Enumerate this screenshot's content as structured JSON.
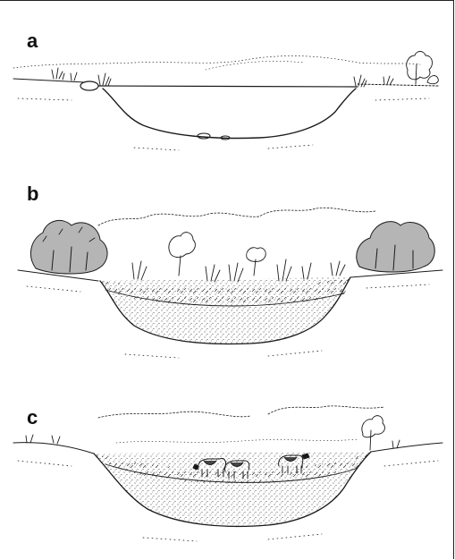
{
  "panels": [
    {
      "label": "a"
    },
    {
      "label": "b"
    },
    {
      "label": "c"
    }
  ],
  "colors": {
    "ink": "#1a1a1a",
    "background": "#ffffff"
  },
  "icons": [
    "tree-icon",
    "shrub-icon",
    "cow-icon",
    "rock-icon",
    "grass-icon"
  ]
}
